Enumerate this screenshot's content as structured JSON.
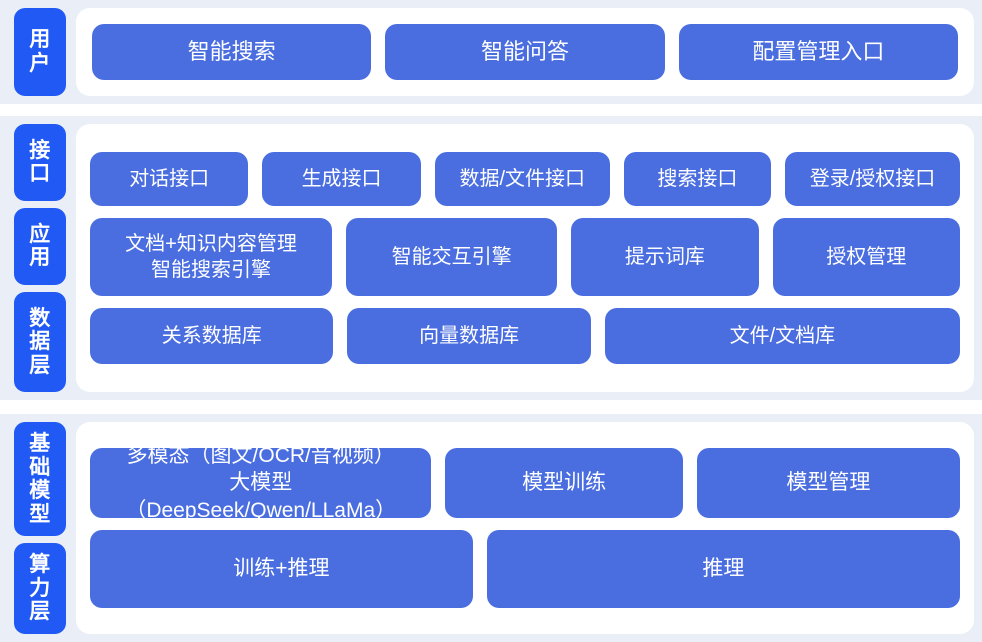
{
  "colors": {
    "page_background": "#ffffff",
    "band_background": "#eaeff7",
    "card_background": "#ffffff",
    "tag_blue": "#2159f5",
    "box_blue": "#4a6ee0",
    "text_white": "#ffffff"
  },
  "bands": [
    {
      "id": "user",
      "tags": [
        {
          "label": "用户",
          "chars": [
            "用",
            "户"
          ]
        }
      ],
      "rows": [
        {
          "id": "user-entries",
          "boxes": [
            {
              "label": "智能搜索",
              "flex": 1
            },
            {
              "label": "智能问答",
              "flex": 1
            },
            {
              "label": "配置管理入口",
              "flex": 1
            }
          ]
        }
      ]
    },
    {
      "id": "middle",
      "tags": [
        {
          "label": "接口",
          "chars": [
            "接",
            "口"
          ]
        },
        {
          "label": "应用",
          "chars": [
            "应",
            "用"
          ]
        },
        {
          "label": "数据层",
          "chars": [
            "数",
            "据",
            "层"
          ]
        }
      ],
      "rows": [
        {
          "id": "interface",
          "boxes": [
            {
              "label": "对话接口",
              "flex": 1
            },
            {
              "label": "生成接口",
              "flex": 1
            },
            {
              "label": "数据/文件接口",
              "flex": 1.12
            },
            {
              "label": "搜索接口",
              "flex": 0.92
            },
            {
              "label": "登录/授权接口",
              "flex": 1.12
            }
          ]
        },
        {
          "id": "application",
          "boxes": [
            {
              "label": "文档+知识内容管理\n智能搜索引擎",
              "flex": 1.22,
              "multiline": true
            },
            {
              "label": "智能交互引擎",
              "flex": 1.05
            },
            {
              "label": "提示词库",
              "flex": 0.92
            },
            {
              "label": "授权管理",
              "flex": 0.92
            }
          ]
        },
        {
          "id": "data",
          "boxes": [
            {
              "label": "关系数据库",
              "flex": 1
            },
            {
              "label": "向量数据库",
              "flex": 1
            },
            {
              "label": "文件/文档库",
              "flex": 1.5
            }
          ]
        }
      ]
    },
    {
      "id": "base",
      "tags": [
        {
          "label": "基础模型",
          "chars": [
            "基",
            "础",
            "模",
            "型"
          ]
        },
        {
          "label": "算力层",
          "chars": [
            "算",
            "力",
            "层"
          ]
        }
      ],
      "rows": [
        {
          "id": "model",
          "boxes": [
            {
              "label": "多模态（图文/OCR/音视频）\n大模型（DeepSeek/Qwen/LLaMa）",
              "flex": 1.48,
              "multiline": true
            },
            {
              "label": "模型训练",
              "flex": 1
            },
            {
              "label": "模型管理",
              "flex": 1.12
            }
          ]
        },
        {
          "id": "compute",
          "boxes": [
            {
              "label": "训练+推理",
              "flex": 1
            },
            {
              "label": "推理",
              "flex": 1.25
            }
          ]
        }
      ]
    }
  ]
}
